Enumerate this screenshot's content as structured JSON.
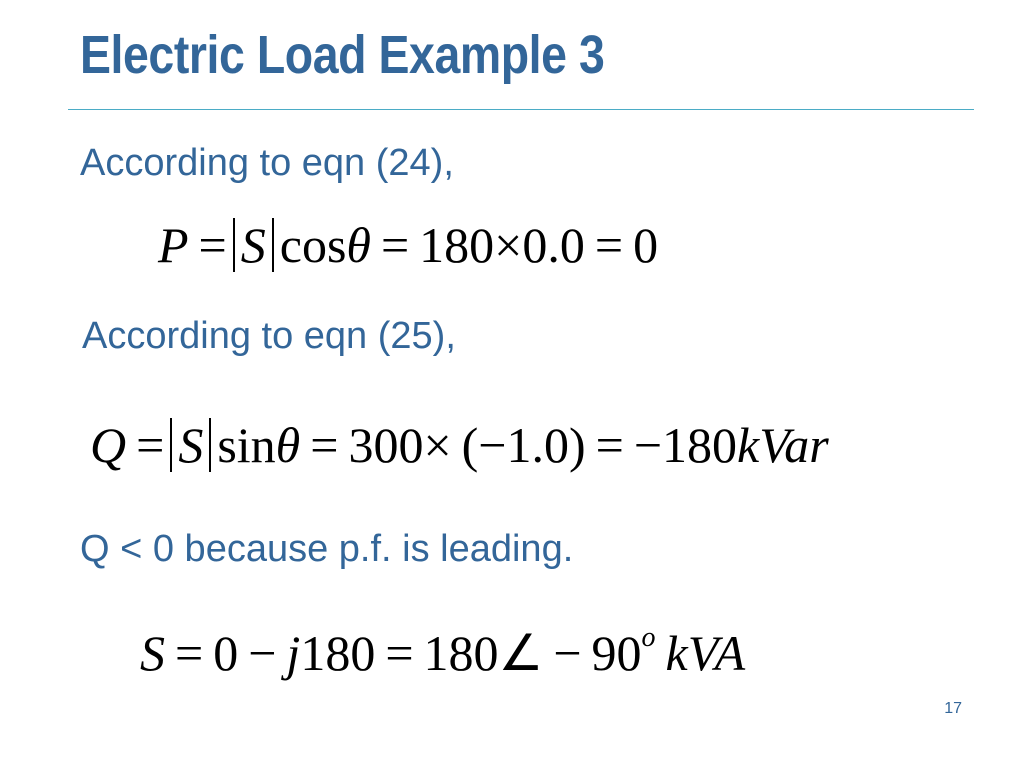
{
  "slide": {
    "title": "Electric Load Example 3",
    "line1": "According to eqn (24),",
    "eq1": "P = |S| cos θ = 180 × 0.0 = 0",
    "line2": "According to eqn (25),",
    "eq2": "Q = |S| sin θ = 300 × (−1.0) = −180kVar",
    "line3": "Q < 0 because p.f. is leading.",
    "eq3": "S = 0 − j180 = 180∠−90o kVA",
    "page_number": "17"
  },
  "colors": {
    "title": "#336699",
    "body_text": "#336699",
    "rule": "#4bacc6",
    "equation": "#000000"
  }
}
